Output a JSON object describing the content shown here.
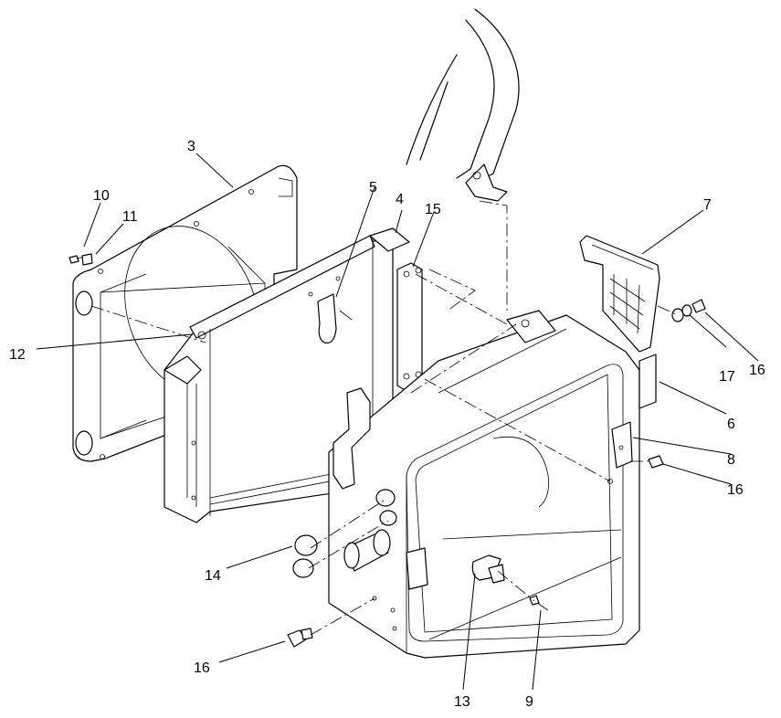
{
  "callouts": [
    {
      "id": "c3",
      "label": "3"
    },
    {
      "id": "c4",
      "label": "4"
    },
    {
      "id": "c5",
      "label": "5"
    },
    {
      "id": "c6",
      "label": "6"
    },
    {
      "id": "c7",
      "label": "7"
    },
    {
      "id": "c8",
      "label": "8"
    },
    {
      "id": "c9",
      "label": "9"
    },
    {
      "id": "c10",
      "label": "10"
    },
    {
      "id": "c11",
      "label": "11"
    },
    {
      "id": "c12",
      "label": "12"
    },
    {
      "id": "c13",
      "label": "13"
    },
    {
      "id": "c14",
      "label": "14"
    },
    {
      "id": "c15",
      "label": "15"
    },
    {
      "id": "c16a",
      "label": "16"
    },
    {
      "id": "c16b",
      "label": "16"
    },
    {
      "id": "c16c",
      "label": "16"
    },
    {
      "id": "c17",
      "label": "17"
    }
  ]
}
